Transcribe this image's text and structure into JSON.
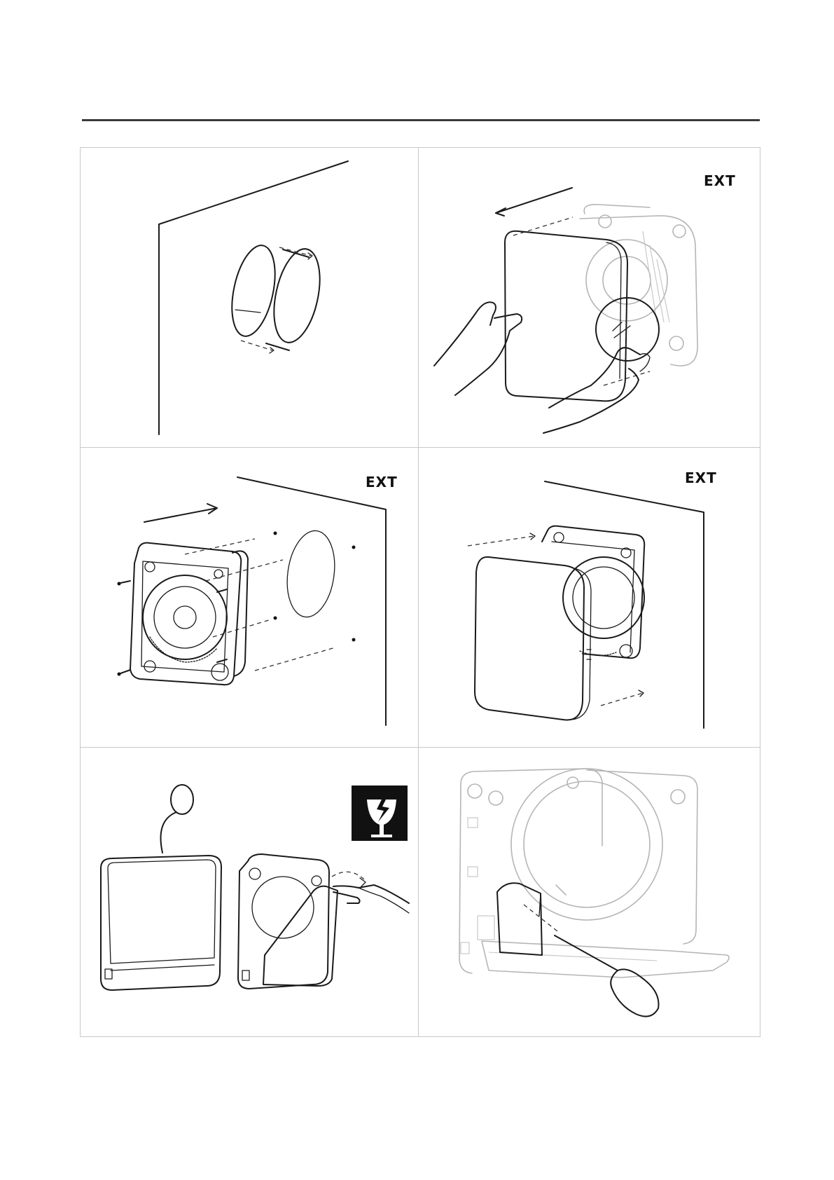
{
  "panels": [
    {
      "id": "panel-1"
    },
    {
      "id": "panel-2",
      "ext_label": "EXT"
    },
    {
      "id": "panel-3",
      "ext_label": "EXT"
    },
    {
      "id": "panel-4",
      "ext_label": "EXT"
    },
    {
      "id": "panel-5",
      "warning_icon": "fragile-glass-icon"
    },
    {
      "id": "panel-6"
    }
  ],
  "colors": {
    "rule": "#3a3a3a",
    "grid": "#c8c8c8",
    "ink": "#1a1a1a",
    "faded": "#b5b5b5"
  }
}
